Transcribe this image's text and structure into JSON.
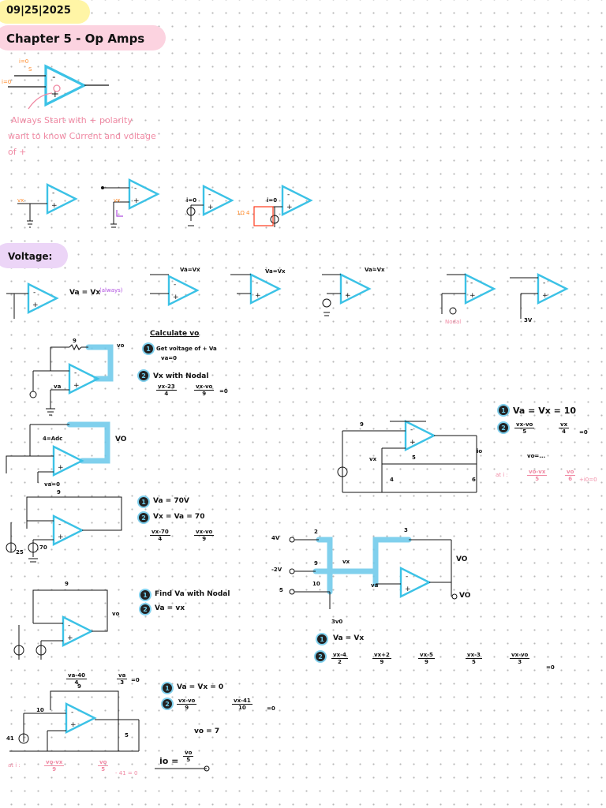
{
  "header": {
    "date": "09|25|2025",
    "title": "Chapter 5 - Op Amps",
    "section_voltage": "Voltage:"
  },
  "colors": {
    "date_highlight": "#fff5a6",
    "title_highlight": "#fcd3e0",
    "section_highlight": "#ecd5f7",
    "opamp": "#3cc2e6",
    "wire_highlight": "#6ac8ea",
    "pink_ink": "#f08aa4"
  },
  "intro": {
    "minus_label": "i=0",
    "minus_label2": "S",
    "plus_label": "i=0",
    "note_line1": "Always Start with + polarity",
    "note_line2": "want to know Current and voltage",
    "note_line3": "of +"
  },
  "examples_row": {
    "c1_label": "vx",
    "c2_label": "vx",
    "c3_label": "i=0",
    "c4_label": "i=0",
    "c4_side": "1Ω 4"
  },
  "voltage_section": {
    "va_eq": "Va = Vx",
    "va_always": "(always)",
    "top1": "Va=Vx",
    "top2": "Va=Vx",
    "top3": "Va=Vx",
    "nodal_tag": "Nodal",
    "three_v": "3V"
  },
  "problem1": {
    "calc": "Calculate vo",
    "step1": "Get voltage of + Va",
    "step1b": "va=0",
    "step2": "Vx with Nodal",
    "f1n": "vx-23",
    "f1d": "4",
    "f2n": "vx-vo",
    "f2d": "9",
    "eq": "=0",
    "vo": "vo",
    "r": "9",
    "va": "va"
  },
  "problem2": {
    "vo": "VO",
    "note": "4=Adc",
    "va0": "va=0"
  },
  "problem3": {
    "s1": "Va = Vx = 10",
    "f1n": "vx-vo",
    "f1d": "5",
    "f2n": "vx",
    "f2d": "4",
    "eq": "=0",
    "vo_dots": "vo=...",
    "i0_prefix": "at i :",
    "i0_f1n": "vo-vx",
    "i0_f1d": "5",
    "i0_f2n": "vo",
    "i0_f2d": "6",
    "i0_end": "+i0=0",
    "r_top": "9",
    "r_mid": "5",
    "r_l": "4",
    "r_r": "6",
    "vx": "vx",
    "io": "io"
  },
  "problem4": {
    "s1": "Va = 70V",
    "s2": "Vx = Va = 70",
    "f1n": "vx-70",
    "f1d": "4",
    "f2n": "vx-vo",
    "f2d": "9",
    "src1": "25",
    "src2": "70",
    "r_top": "9"
  },
  "problem5": {
    "s1": "Find Va with Nodal",
    "s2": "Va = vx",
    "vo": "vo",
    "r": "9"
  },
  "problem6": {
    "in1": "4V",
    "in2": "-2V",
    "in3": "5",
    "r1": "2",
    "r2": "9",
    "r3": "10",
    "r4": "3",
    "bottom": "3v0",
    "vx": "vx",
    "va": "va",
    "vo": "VO",
    "vo2": "VO",
    "s1": "Va = Vx",
    "terms_n": [
      "vx-4",
      "vx+2",
      "vx-5",
      "vx-3",
      "vx-vo"
    ],
    "terms_d": [
      "2",
      "9",
      "9",
      "5",
      "3"
    ],
    "eq": "=0"
  },
  "problem7": {
    "top_fn": "va-40",
    "top_fd": "4",
    "top_gn": "va",
    "top_gd": "3",
    "eq": "=0",
    "s1": "Va = Vx = 0",
    "f1n": "vx-vo",
    "f1d": "9",
    "f2n": "vx-41",
    "f2d": "10",
    "vo7": "vo = 7",
    "io_n": "vo",
    "io_d": "5",
    "io_lhs": "io =",
    "src": "41",
    "r1": "10",
    "r2": "9",
    "r3": "5",
    "pink_prefix": "at i :",
    "pink_f1n": "vo-vx",
    "pink_f1d": "9",
    "pink_f2n": "vo",
    "pink_f2d": "5",
    "pink_end": "- 41 = 0"
  }
}
